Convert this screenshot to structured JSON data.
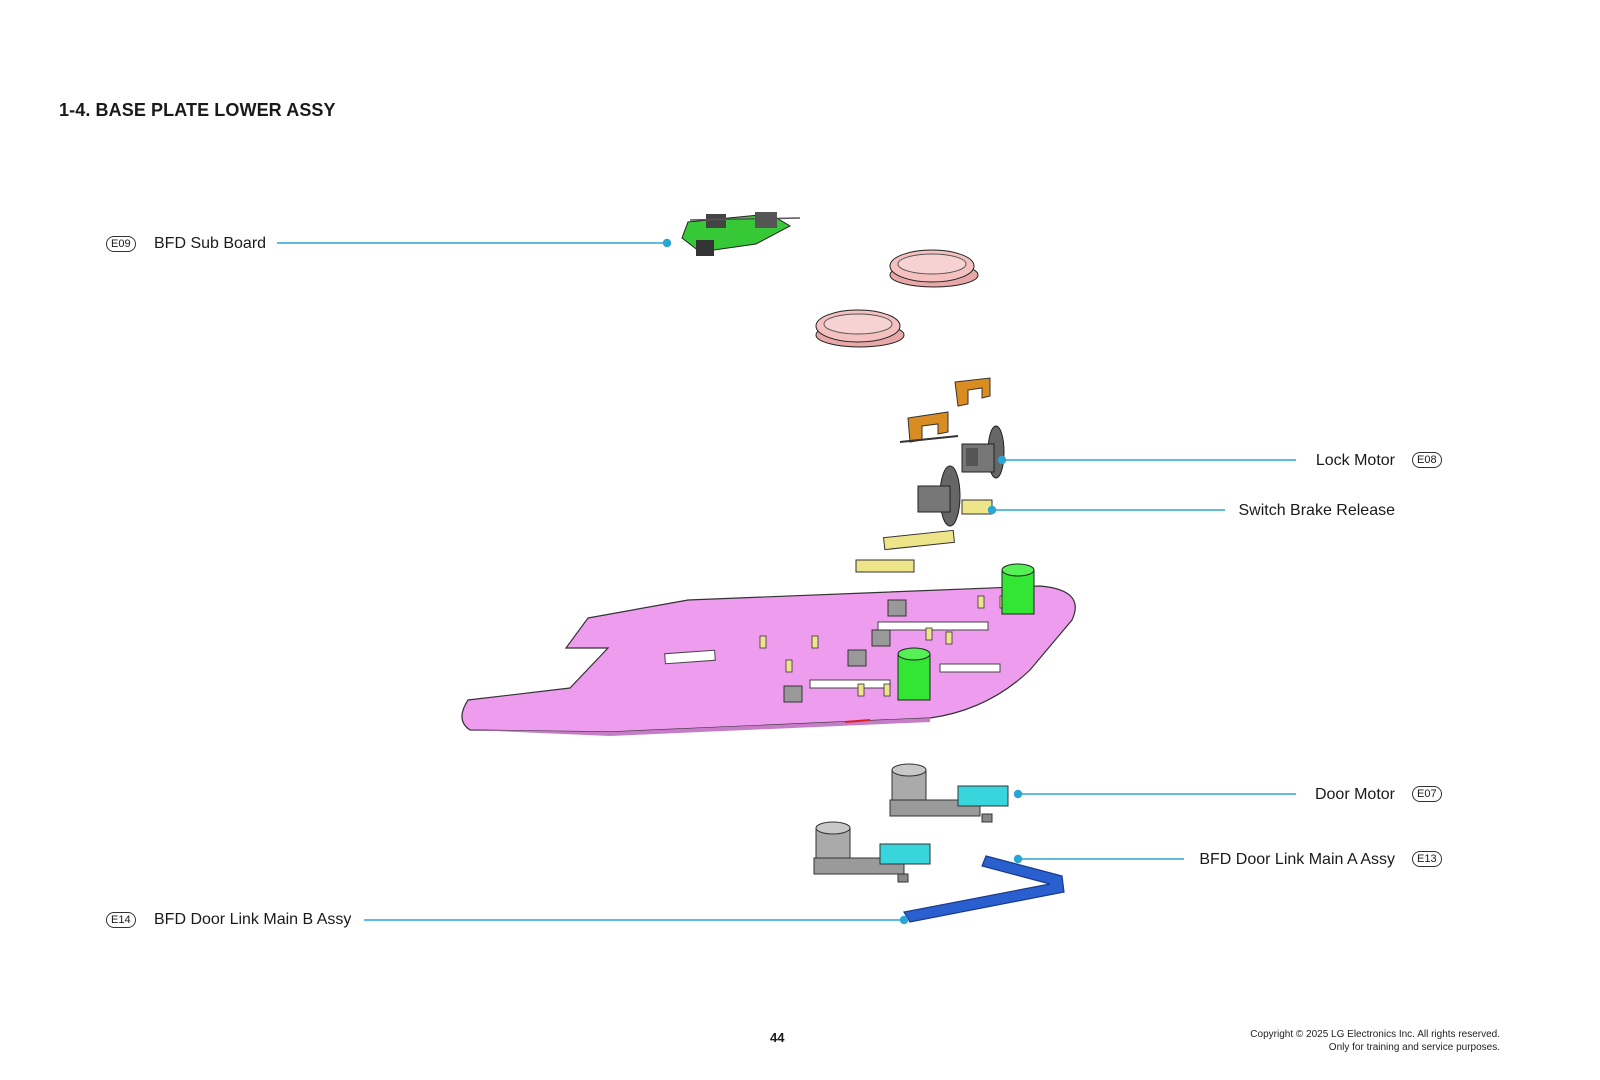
{
  "section_title": "1-4. BASE PLATE LOWER ASSY",
  "callouts": {
    "e09": {
      "code": "E09",
      "name": "BFD Sub Board"
    },
    "e08": {
      "code": "E08",
      "name": "Lock Motor"
    },
    "switch_brake": {
      "name": "Switch Brake Release"
    },
    "e07": {
      "code": "E07",
      "name": "Door Motor"
    },
    "e13": {
      "code": "E13",
      "name": "BFD Door Link Main A Assy"
    },
    "e14": {
      "code": "E14",
      "name": "BFD Door Link Main B Assy"
    }
  },
  "colors": {
    "leader_line": "#2aa6d6",
    "base_plate": "#ee9cee",
    "gear_pink": "#f4c0c0",
    "bracket_orange": "#d98c22",
    "connector_yellow": "#eee58a",
    "capacitor_green": "#33e633",
    "pcb_green": "#37c837",
    "motor_gray": "#9a9a9a",
    "gearbox_cyan": "#38d6dc",
    "link_blue": "#2a5fcf"
  },
  "footer": {
    "page_number": "44",
    "copyright_line1": "Copyright © 2025 LG Electronics Inc. All rights reserved.",
    "copyright_line2": "Only for training and service purposes."
  }
}
